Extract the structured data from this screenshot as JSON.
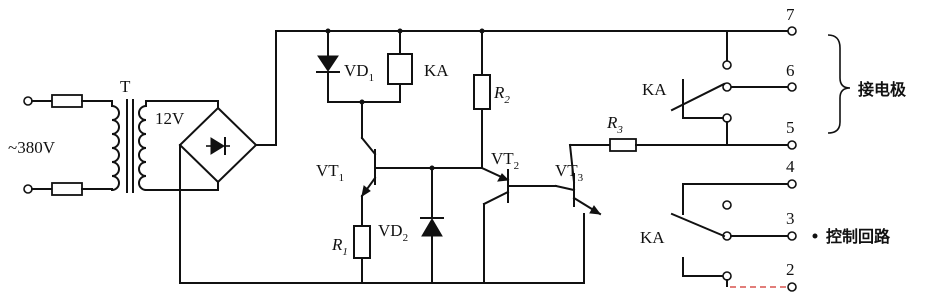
{
  "labels": {
    "supply": "~380V",
    "transformer": "T",
    "secondary": "12V",
    "vd1": "VD",
    "vd1_sub": "1",
    "ka_coil": "KA",
    "r2": "R",
    "r2_sub": "2",
    "r3": "R",
    "r3_sub": "3",
    "vt1": "VT",
    "vt1_sub": "1",
    "vt2": "VT",
    "vt2_sub": "2",
    "vt3": "VT",
    "vt3_sub": "3",
    "r1": "R",
    "r1_sub": "1",
    "vd2": "VD",
    "vd2_sub": "2",
    "ka_upper": "KA",
    "ka_lower": "KA"
  },
  "terminals": [
    "7",
    "6",
    "5",
    "4",
    "3",
    "2"
  ],
  "groups": {
    "electrodes": "接电极",
    "control": "控制回路"
  }
}
